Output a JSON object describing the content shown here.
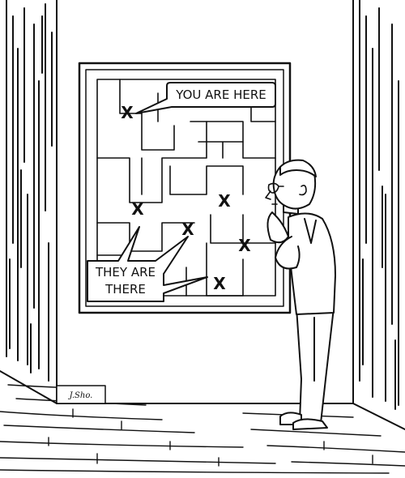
{
  "cartoon": {
    "callout_here": "YOU ARE HERE",
    "callout_there_line1": "THEY ARE",
    "callout_there_line2": "THERE",
    "marker_glyph": "X",
    "signature": "J.Sho.",
    "ink_color": "#111111",
    "paper_color": "#ffffff"
  }
}
